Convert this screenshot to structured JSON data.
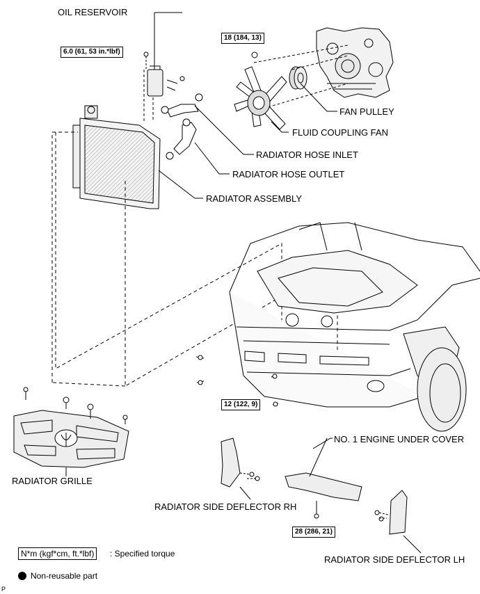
{
  "labels": {
    "oil_reservoir": "OIL RESERVOIR",
    "fan_pulley": "FAN PULLEY",
    "fluid_coupling_fan": "FLUID COUPLING FAN",
    "radiator_hose_inlet": "RADIATOR HOSE INLET",
    "radiator_hose_outlet": "RADIATOR HOSE OUTLET",
    "radiator_assembly": "RADIATOR ASSEMBLY",
    "radiator_grille": "RADIATOR GRILLE",
    "no1_engine_under_cover": "NO. 1 ENGINE UNDER COVER",
    "radiator_side_deflector_rh": "RADIATOR SIDE DEFLECTOR RH",
    "radiator_side_deflector_lh": "RADIATOR SIDE DEFLECTOR LH"
  },
  "torques": {
    "oil_reservoir_bolt": "6.0 (61, 53 in.*lbf)",
    "fan_nut": "18 (184, 13)",
    "bumper_bolt": "12 (122, 9)",
    "under_cover_bolt": "28 (286, 21)"
  },
  "legend": {
    "torque_units": "N*m (kgf*cm, ft.*lbf)",
    "torque_desc": ": Specified torque",
    "non_reusable": "Non-reusable part"
  },
  "corner_mark": "P"
}
